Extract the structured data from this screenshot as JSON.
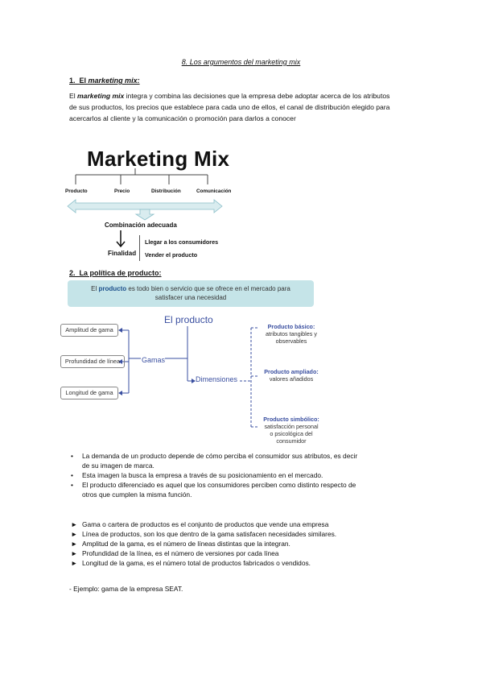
{
  "doc_title": "8. Los argumentos del marketing mix",
  "section1": {
    "heading_num": "1.",
    "heading_pre": "El ",
    "heading_em": "marketing mix:",
    "para_1_pre": "El ",
    "para_1_em": "marketing mix",
    "para_1_post": " integra y combina las decisiones que la empresa debe adoptar acerca de los atributos",
    "para_2": "de sus productos, los precios que establece para cada uno de ellos, el canal de distribución elegido para",
    "para_3": "acercarlos al cliente y la comunicación o promoción para darlos a conocer"
  },
  "mm_diagram": {
    "title": "Marketing Mix",
    "items": [
      "Producto",
      "Precio",
      "Distribución",
      "Comunicación"
    ],
    "combination": "Combinación adecuada",
    "finality": "Finalidad",
    "goal_1": "Llegar a los consumidores",
    "goal_2": "Vender el producto"
  },
  "section2": {
    "heading_num": "2.",
    "heading": "La política de producto:",
    "banner_pre": "El ",
    "banner_bold": "producto",
    "banner_post": " es todo bien o servicio que se ofrece en el mercado para",
    "banner_line2": "satisfacer una necesidad"
  },
  "product_diagram": {
    "root": "El producto",
    "gamas": "Gamas",
    "gama_items": [
      "Amplitud de gama",
      "Profundidad de línea",
      "Longitud de gama"
    ],
    "dimensiones": "Dimensiones",
    "dims": [
      {
        "title": "Producto básico:",
        "lines": [
          "atributos tangibles y",
          "observables"
        ]
      },
      {
        "title": "Producto ampliado:",
        "lines": [
          "valores añadidos"
        ]
      },
      {
        "title": "Producto simbólico:",
        "lines": [
          "satisfacción personal",
          "o psicológica del",
          "consumidor"
        ]
      }
    ]
  },
  "bullets_round": [
    [
      "La demanda de un producto depende de cómo perciba el consumidor sus atributos, es decir",
      "de su imagen de marca."
    ],
    [
      "Esta imagen la busca la empresa a través de su posicionamiento en el mercado."
    ],
    [
      "El producto diferenciado es aquel que los consumidores perciben como distinto respecto de",
      "otros que cumplen la misma función."
    ]
  ],
  "bullets_arrow": [
    "Gama o cartera de productos es el conjunto de productos que vende una empresa",
    "Línea de productos, son los que dentro de la gama satisfacen necesidades similares.",
    "Amplitud de la gama, es el número de líneas distintas que la integran.",
    "Profundidad de la línea, es el número de versiones por cada línea",
    "Longitud de la gama, es el número total de productos fabricados o vendidos."
  ],
  "example": "- Ejemplo: gama de la empresa SEAT."
}
